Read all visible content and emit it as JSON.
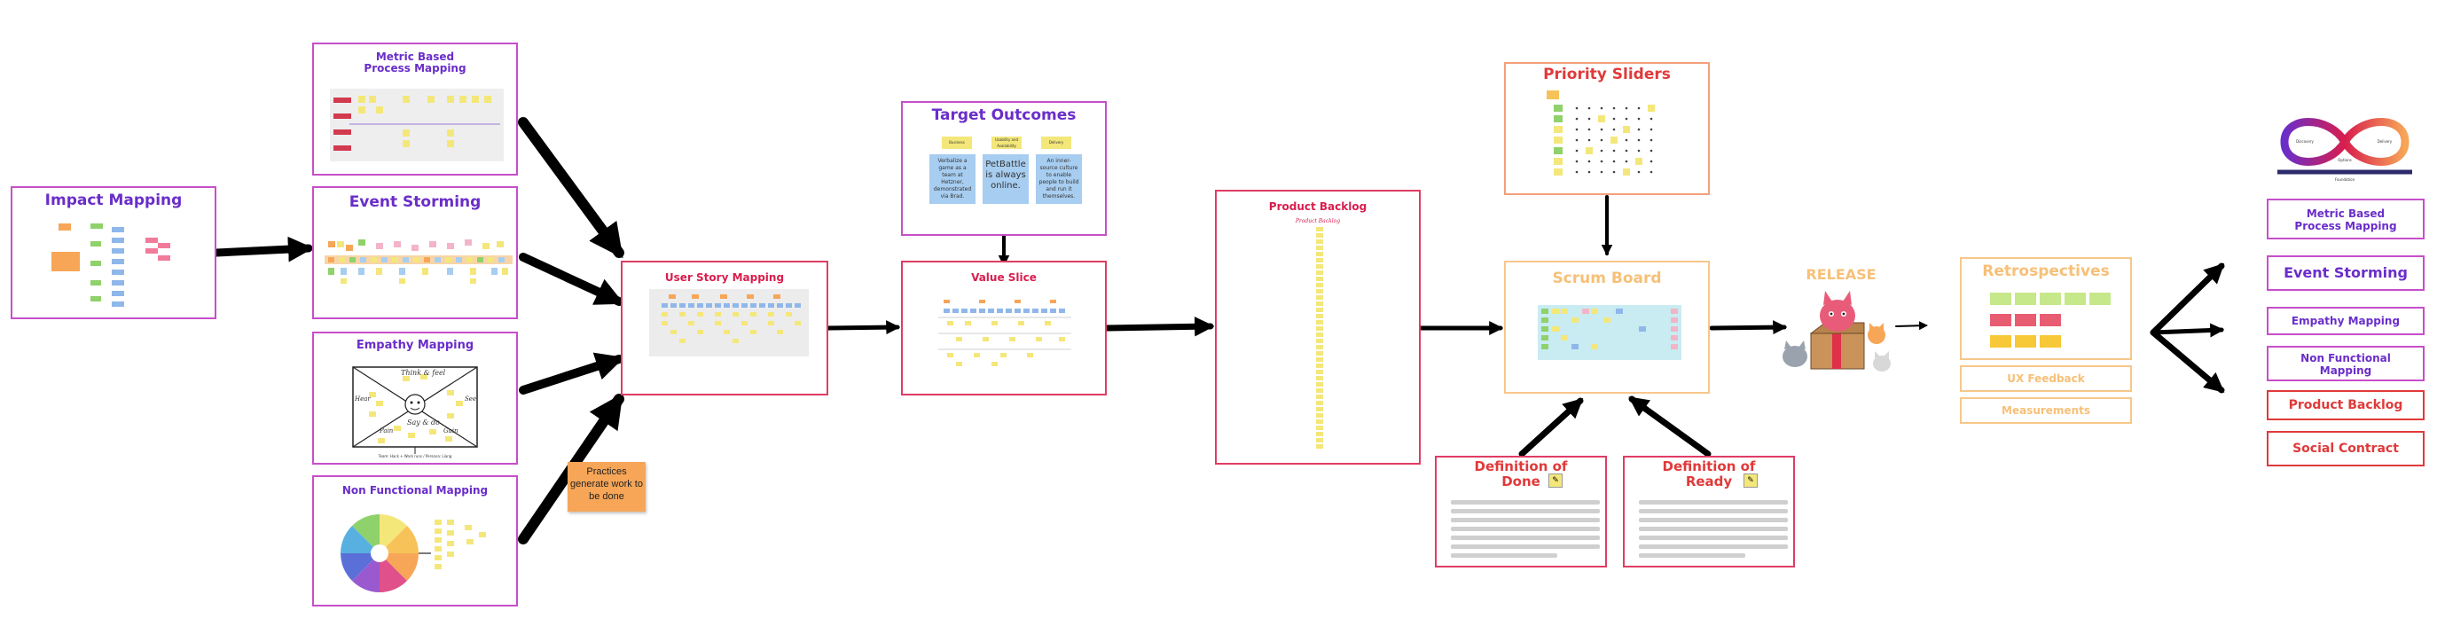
{
  "frames": {
    "impact": "Impact Mapping",
    "metric": "Metric Based\nProcess Mapping",
    "event": "Event Storming",
    "empathy": "Empathy Mapping",
    "nonfunctional": "Non Functional Mapping",
    "usm": "User Story Mapping",
    "target": "Target Outcomes",
    "value": "Value Slice",
    "backlog": "Product Backlog",
    "backlog_sub": "Product Backlog",
    "priority": "Priority Sliders",
    "scrum": "Scrum Board",
    "dod": "Definition of\nDone",
    "dor": "Definition of\nReady",
    "release": "RELEASE",
    "retro": "Retrospectives",
    "ux": "UX Feedback",
    "measure": "Measurements"
  },
  "target_outcomes": {
    "headers": [
      "Business",
      "Usability and Availability",
      "Delivery"
    ],
    "cards": [
      "Verbalize a game as a team at Hetzner, demonstrated via Brad.",
      "PetBattle is always online.",
      "An inner-source culture to enable people to build and run it themselves."
    ]
  },
  "empathy": {
    "thinks": "Think & feel",
    "says": "Say & do",
    "hears": "Hear",
    "sees": "See",
    "pain": "Pain",
    "gain": "Gain",
    "caption": "Team: Hack + Work runs / Persona: Liang"
  },
  "note": "Practices\ngenerate work to\nbe done",
  "right_list": [
    {
      "label": "Metric Based\nProcess Mapping",
      "style": "purple"
    },
    {
      "label": "Event Storming",
      "style": "purple"
    },
    {
      "label": "Empathy Mapping",
      "style": "purple"
    },
    {
      "label": "Non Functional\nMapping",
      "style": "purple"
    },
    {
      "label": "Product Backlog",
      "style": "red"
    },
    {
      "label": "Social Contract",
      "style": "red"
    }
  ],
  "logo": {
    "left_label": "Discovery",
    "right_label": "Delivery",
    "mid_label": "Options",
    "foundation": "Foundation"
  },
  "colors": {
    "purple": "#6a2ec9",
    "crimson": "#d81e4e",
    "red": "#e03a3a",
    "peach": "#f7c078",
    "sticky_yellow": "#f4e77a",
    "sticky_orange": "#f7a657",
    "sticky_blue": "#a7cdf0",
    "sticky_pink": "#f3b4c8"
  }
}
